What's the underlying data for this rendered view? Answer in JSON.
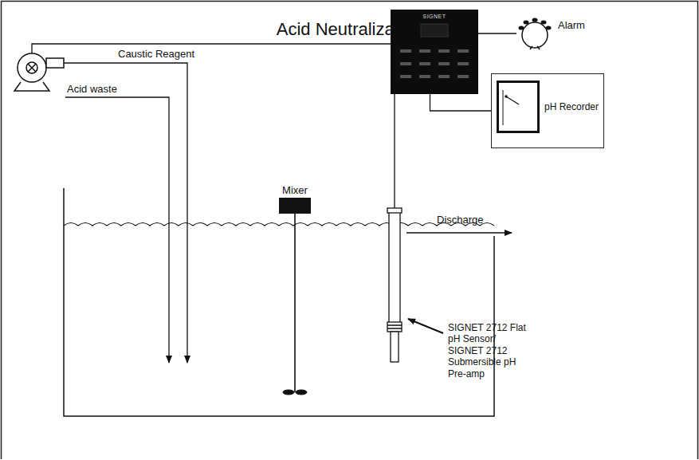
{
  "diagram": {
    "title": "Acid Neutralization",
    "nodes": [
      {
        "text": [
          "SIGNET"
        ]
      },
      {
        "text": [
          "Alarm"
        ]
      },
      {
        "text": [
          "pH Recorder"
        ]
      },
      {
        "text": [
          "Mixer"
        ]
      }
    ],
    "edges": [
      {
        "from": 0,
        "to": 1,
        "arrow": "none"
      },
      {
        "from": 0,
        "to": 2,
        "arrow": "none"
      }
    ],
    "labels": [
      "Caustic Reagent",
      "Acid waste",
      "Discharge",
      "SIGNET 2712 Flat pH Sensor/ SIGNET 2712 Submersible pH Pre-amp"
    ]
  }
}
